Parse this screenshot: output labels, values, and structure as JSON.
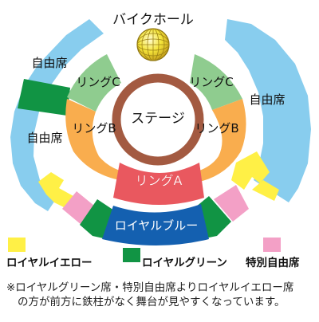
{
  "venue": {
    "ball_label": "バイクホール",
    "stage_label": "ステージ"
  },
  "sections": {
    "jiyu_left_top": "自由席",
    "jiyu_left_bottom": "自由席",
    "jiyu_right": "自由席",
    "ring_c_left": "リングC",
    "ring_c_right": "リングC",
    "ring_b_left": "リングB",
    "ring_b_right": "リングB",
    "ring_a": "リングA",
    "royal_blue": "ロイヤルブルー"
  },
  "legend": {
    "yellow": "ロイヤルイエロー",
    "green": "ロイヤルグリーン",
    "pink": "特別自由席"
  },
  "note": {
    "line1": "※ロイヤルグリーン席・特別自由席よりロイヤルイエロー席",
    "line2": "の方が前方に鉄柱がなく舞台が見やすくなっています。"
  },
  "colors": {
    "sky": "#88cdee",
    "royal_green": "#119444",
    "royal_yellow": "#fff046",
    "special_pink": "#f3a0c6",
    "ring_c": "#8fcc8f",
    "ring_b": "#f9ad4e",
    "ring_a": "#e9585f",
    "royal_blue": "#1460b0",
    "stage_ring": "#a35a41",
    "ball": "#f2e23c"
  }
}
